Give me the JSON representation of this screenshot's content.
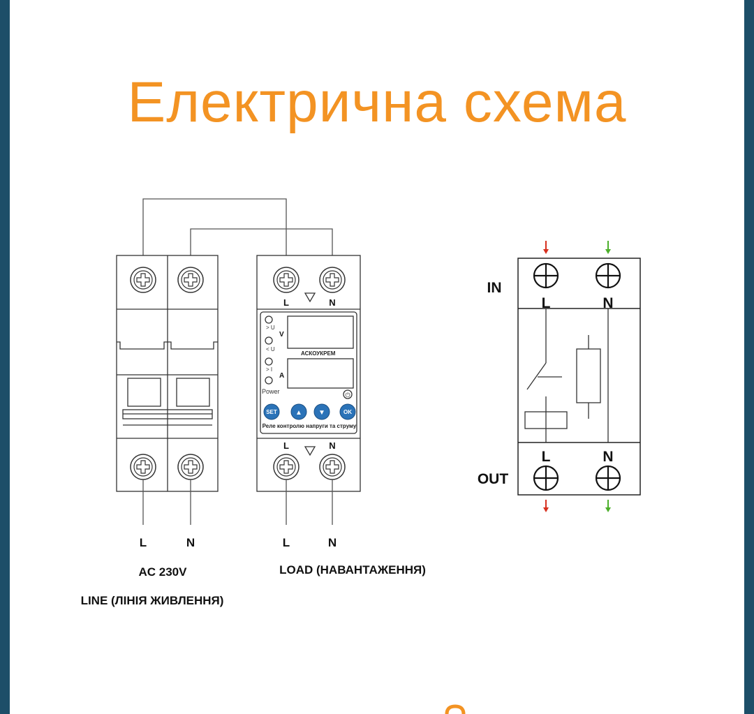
{
  "title": "Електрична схема",
  "breaker": {
    "bottom_L": "L",
    "bottom_N": "N"
  },
  "relay": {
    "top_L": "L",
    "top_N": "N",
    "bottom_L": "L",
    "bottom_N": "N",
    "out_L": "L",
    "out_N": "N",
    "indicators": [
      "> U",
      "< U",
      "> I",
      "Power"
    ],
    "unit_v": "V",
    "unit_a": "A",
    "brand": "АСКОУКРЕМ",
    "buttons": {
      "set": "SET",
      "up": "▲",
      "down": "▼",
      "ok": "OK"
    },
    "caption": "Реле контролю напруги та струму"
  },
  "labels": {
    "ac": "AC 230V",
    "line": "LINE (ЛІНІЯ ЖИВЛЕННЯ)",
    "load": "LOAD (НАВАНТАЖЕННЯ)"
  },
  "schematic": {
    "in": "IN",
    "out": "OUT",
    "top_L": "L",
    "top_N": "N",
    "bottom_L": "L",
    "bottom_N": "N"
  },
  "colors": {
    "title": "#f39323",
    "frame": "#1d4e68",
    "button": "#2b73b8",
    "arrow_L": "#d7301f",
    "arrow_N": "#4caf2a"
  }
}
